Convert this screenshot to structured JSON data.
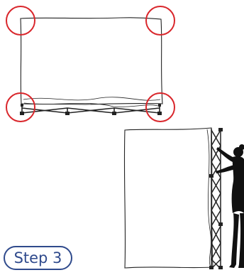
{
  "step_label": "Step 3",
  "colors": {
    "highlight_circle": "#d9262b",
    "step_badge": "#2f4a8c",
    "line": "#222222",
    "silhouette": "#111111"
  },
  "figures": [
    "frame-before-raise-with-corner-highlights",
    "woman-pulling-frame-up"
  ]
}
